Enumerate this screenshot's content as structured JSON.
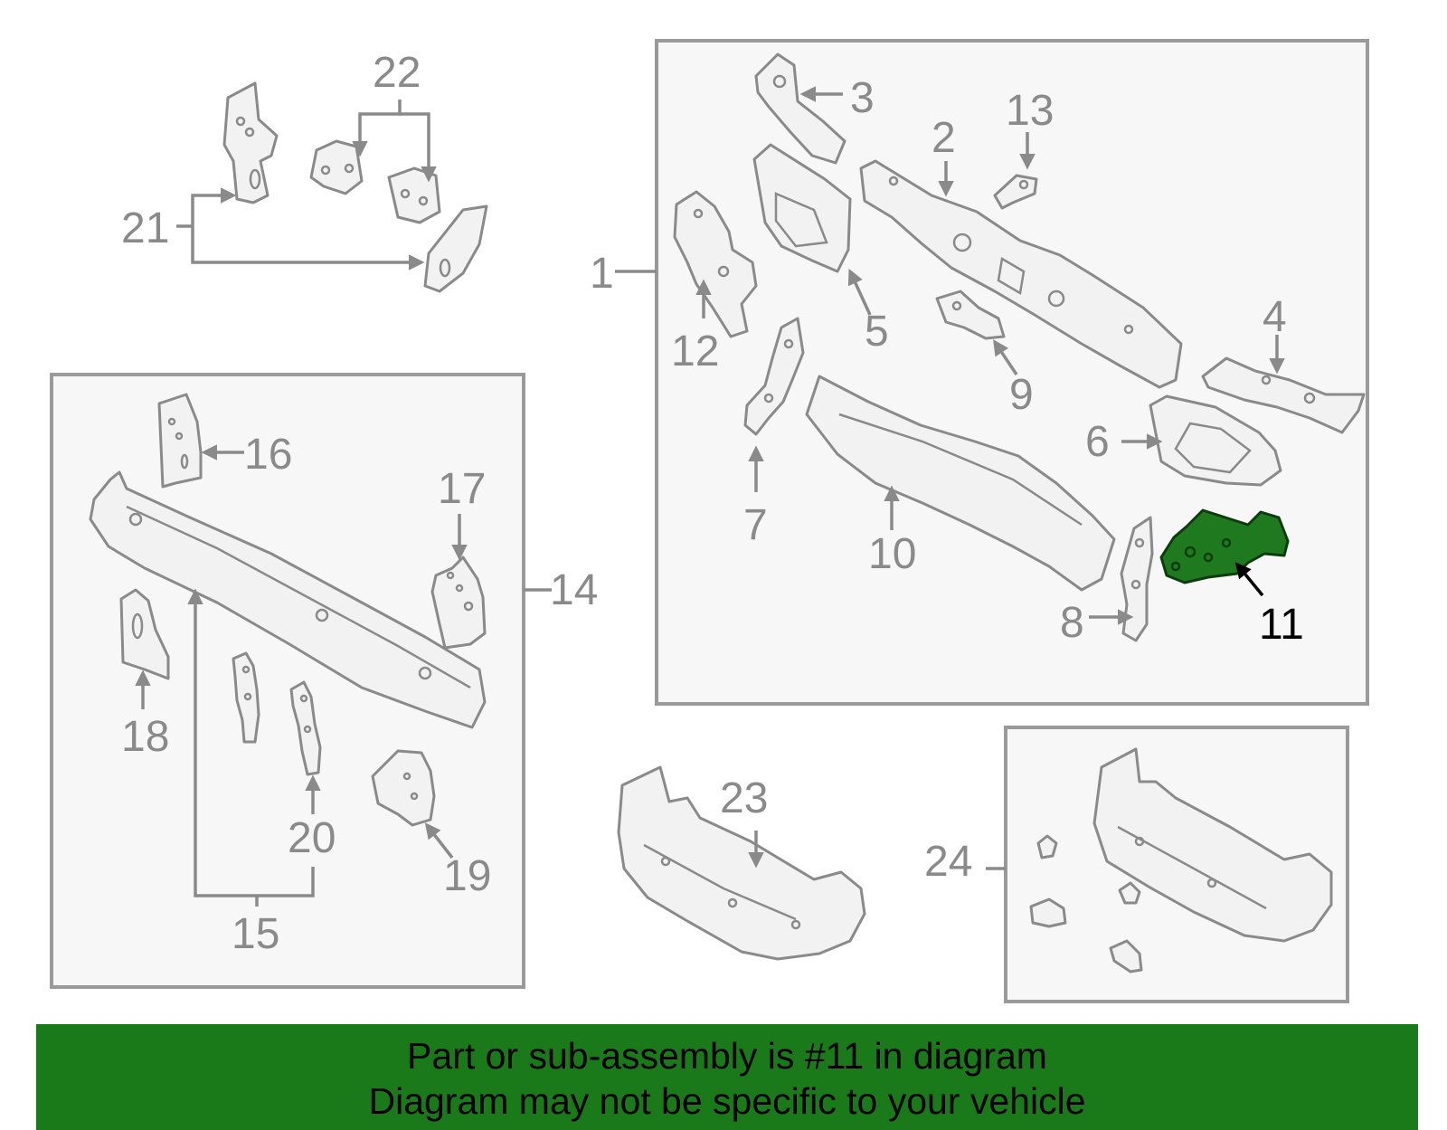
{
  "diagram": {
    "highlight_color": "#1a7a1a",
    "highlighted_part": "11",
    "callouts": {
      "c1": "1",
      "c2": "2",
      "c3": "3",
      "c4": "4",
      "c5": "5",
      "c6": "6",
      "c7": "7",
      "c8": "8",
      "c9": "9",
      "c10": "10",
      "c11": "11",
      "c12": "12",
      "c13": "13",
      "c14": "14",
      "c15": "15",
      "c16": "16",
      "c17": "17",
      "c18": "18",
      "c19": "19",
      "c20": "20",
      "c21": "21",
      "c22": "22",
      "c23": "23",
      "c24": "24"
    }
  },
  "banner": {
    "line1": "Part or sub-assembly is #11 in diagram",
    "line2": "Diagram may not be specific to your vehicle"
  }
}
